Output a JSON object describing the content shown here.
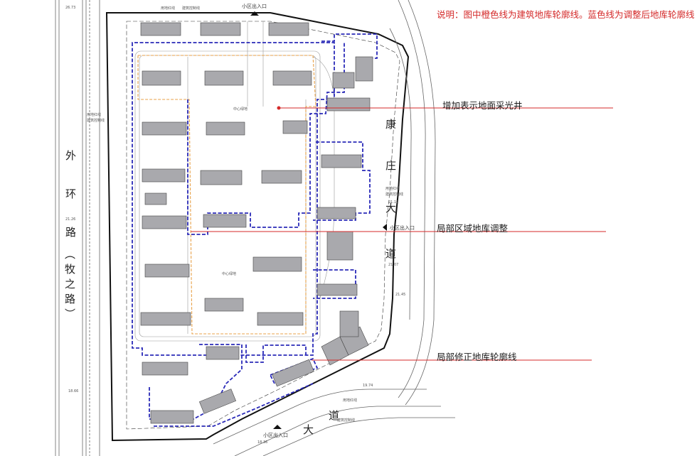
{
  "note": "说明：图中橙色线为建筑地库轮廓线。蓝色线为调整后地库轮廓线",
  "callouts": {
    "skylight": "增加表示地面采光井",
    "partial_adjust": "局部区域地库调整",
    "partial_fix": "局部修正地库轮廓线"
  },
  "roads": {
    "west_char1": "外",
    "west_char2": "环",
    "west_char3": "路",
    "west_sub": "（牧之路）",
    "east_char1": "康",
    "east_char2": "庄",
    "east_char3": "大",
    "east_char4": "道",
    "south_char1": "大",
    "south_char2": "道"
  },
  "entrances": {
    "north": "小区出入口",
    "east": "小区出入口",
    "south": "小区出入口"
  },
  "small_labels": {
    "line_red_1": "用地红线",
    "line_build_1": "建筑控制线",
    "line_red_2": "用地红线",
    "line_build_2": "建筑控制线",
    "line_red_3": "用地红线",
    "line_build_3": "建筑控制线",
    "line_red_4": "用地红线",
    "line_build_4": "建筑控制线",
    "center_green_1": "中心绿地",
    "center_green_2": "中心绿地",
    "elev_1": "26.73",
    "elev_2": "21.26",
    "elev_3": "18.66",
    "elev_4": "19.74",
    "elev_5": "18.36",
    "elev_6": "21.12",
    "elev_7": "21.07",
    "elev_8": "21.45"
  },
  "colors": {
    "orange_outline": "#e8a24a",
    "blue_outline": "#2a2ab8",
    "red_callout": "#d42a2a",
    "building_fill": "#a9a9ad",
    "line_gray": "#555555"
  }
}
